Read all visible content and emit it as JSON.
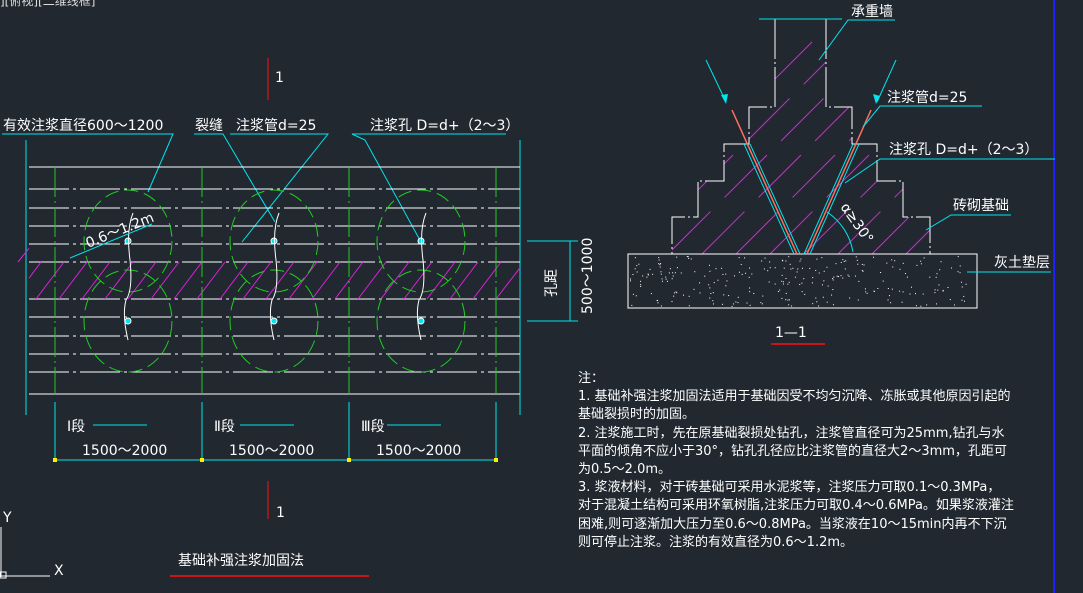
{
  "viewport_label": "][俯视][二维线框]",
  "plan": {
    "section_mark_top": "1",
    "section_mark_bottom": "1",
    "label_effective_diameter": "有效注浆直径600～1200",
    "label_crack": "裂缝",
    "label_pipe": "注浆管d=25",
    "label_hole": "注浆孔 D=d+（2～3）",
    "radius_label": "0.6～1.2m",
    "hole_spacing_label": "孔距",
    "hole_spacing_value": "500～1000",
    "segments": [
      {
        "name": "Ⅰ段",
        "length": "1500～2000"
      },
      {
        "name": "Ⅱ段",
        "length": "1500～2000"
      },
      {
        "name": "Ⅲ段",
        "length": "1500～2000"
      }
    ],
    "title": "基础补强注浆加固法"
  },
  "section": {
    "title": "1—1",
    "label_wall": "承重墙",
    "label_pipe": "注浆管d=25",
    "label_hole": "注浆孔 D=d+（2～3）",
    "label_foundation": "砖砌基础",
    "label_cushion": "灰土垫层",
    "angle_label": "α≥30°"
  },
  "notes": {
    "heading": "注：",
    "lines": [
      "1.  基础补强注浆加固法适用于基础因受不均匀沉降、冻胀或其他原因引起的",
      "基础裂损时的加固。",
      "2.  注浆施工时，先在原基础裂损处钻孔，注浆管直径可为25mm,钻孔与水",
      "平面的倾角不应小于30°，钻孔孔径应比注浆管的直径大2～3mm，孔距可",
      "为0.5～2.0m。",
      "3.  浆液材料，对于砖基础可采用水泥浆等，注浆压力可取0.1～0.3MPa，",
      "对于混凝土结构可采用环氧树脂,注浆压力可取0.4～0.6MPa。如果浆液灌注",
      "困难,则可逐渐加大压力至0.6～0.8MPa。当浆液在10～15min内再不下沉",
      "则可停止注浆。注浆的有效直径为0.6～1.2m。"
    ]
  },
  "ucs": {
    "x": "X",
    "y": "Y"
  },
  "colors": {
    "background": "#212830",
    "cyan": "#00e5ee",
    "magenta": "#e020e0",
    "green": "#22cc22",
    "red": "#ff1010",
    "white": "#ffffff",
    "border_blue": "#2020ff"
  }
}
